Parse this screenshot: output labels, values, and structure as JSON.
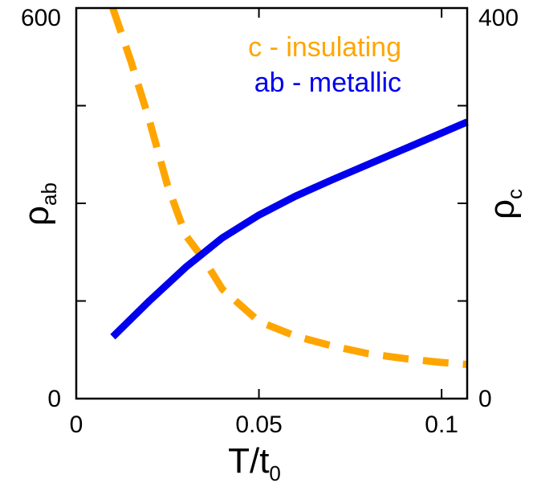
{
  "chart_data": {
    "type": "line",
    "xlabel": "T/t",
    "xlabel_sub": "0",
    "ylabel_left": "ρ",
    "ylabel_left_sub": "ab",
    "ylabel_right": "ρ",
    "ylabel_right_sub": "c",
    "xlim": [
      0,
      0.107
    ],
    "ylim_left": [
      0,
      600
    ],
    "ylim_right": [
      0,
      400
    ],
    "x_ticks": [
      {
        "value": 0,
        "label": "0"
      },
      {
        "value": 0.05,
        "label": "0.05"
      },
      {
        "value": 0.1,
        "label": "0.1"
      }
    ],
    "y_left_ticks": [
      {
        "value": 0,
        "label": "0"
      },
      {
        "value": 600,
        "label": "600"
      }
    ],
    "y_left_minor_ticks": [
      150,
      300,
      450
    ],
    "y_right_ticks": [
      {
        "value": 0,
        "label": "0"
      },
      {
        "value": 400,
        "label": "400"
      }
    ],
    "y_right_minor_ticks": [
      100,
      200,
      300
    ],
    "grid": false,
    "legend_position": "top-right",
    "series": [
      {
        "name": "c - insulating",
        "axis": "right",
        "color": "#FFA500",
        "style": "dashed",
        "x": [
          0.01,
          0.015,
          0.02,
          0.025,
          0.03,
          0.035,
          0.04,
          0.05,
          0.06,
          0.07,
          0.08,
          0.09,
          0.1,
          0.107
        ],
        "y": [
          400,
          345,
          285,
          218,
          167,
          142,
          112,
          79,
          64,
          54,
          46,
          41,
          37,
          35
        ]
      },
      {
        "name": "ab - metallic",
        "axis": "left",
        "color": "#0000EE",
        "style": "solid",
        "x": [
          0.01,
          0.02,
          0.03,
          0.04,
          0.05,
          0.06,
          0.07,
          0.08,
          0.09,
          0.1,
          0.107
        ],
        "y": [
          95,
          150,
          202,
          247,
          282,
          311,
          336,
          360,
          384,
          408,
          425
        ]
      }
    ]
  }
}
